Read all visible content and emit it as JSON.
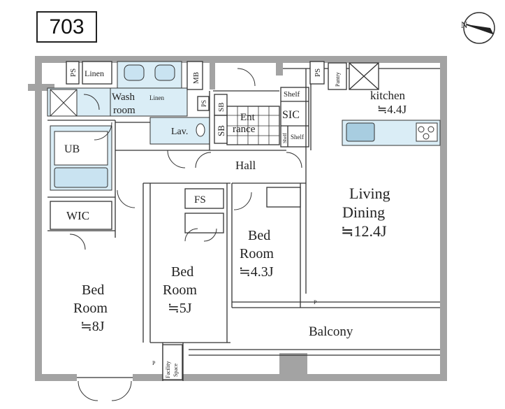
{
  "unit_number": "703",
  "compass": {
    "north_label": "N",
    "icon": "north-arrow-icon"
  },
  "colors": {
    "wall": "#a3a3a3",
    "wet_area": "#daedf6",
    "line": "#333333",
    "fixture": "#c9e3f1"
  },
  "rooms": {
    "wash_room": "Wash\nroom",
    "unit_bath": "UB",
    "wic": "WIC",
    "bedroom_main": {
      "name": "Bed\nRoom",
      "size": "≒8J"
    },
    "bedroom_center": {
      "name": "Bed\nRoom",
      "size": "≒5J"
    },
    "bedroom_right": {
      "name": "Bed\nRoom",
      "size": "≒4.3J"
    },
    "hall": "Hall",
    "entrance": "Ent\nrance",
    "sic": "SIC",
    "kitchen": {
      "name": "kitchen",
      "size": "≒4.4J"
    },
    "living": {
      "name": "Living\nDining",
      "size": "≒12.4J"
    },
    "balcony": "Balcony"
  },
  "fixtures": {
    "linen_top": "Linen",
    "linen_small": "Linen",
    "mb": "MB",
    "ps_left": "PS",
    "ps_kitchen": "PS",
    "ps_center": "PS",
    "pantry": "Pantry",
    "sb_upper": "SB",
    "sb_lower": "SB",
    "lav": "Lav.",
    "shelf_top": "Shelf",
    "shelf_left": "Shelf",
    "shelf_right": "Shelf",
    "fs": "FS",
    "facility_space": "Facility\nSpace",
    "p_living": "P",
    "p_balcony": "P"
  }
}
